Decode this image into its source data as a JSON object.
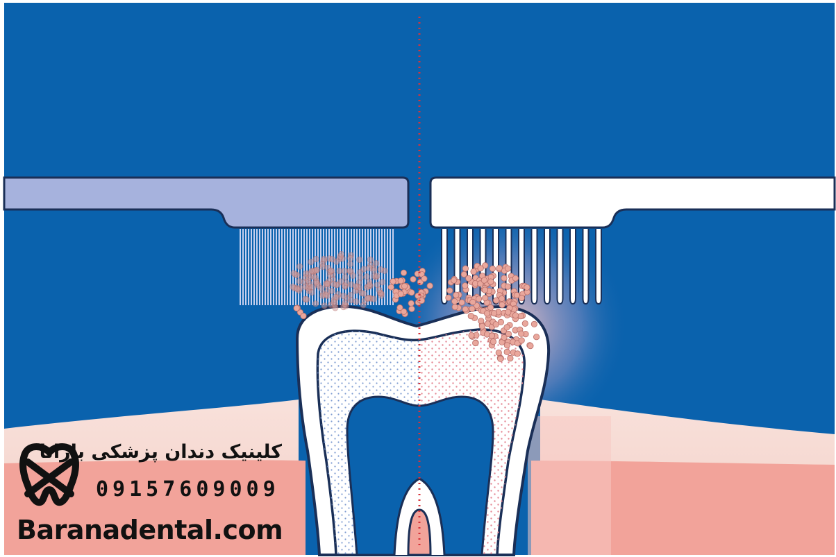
{
  "watermark": {
    "clinic_name": "کلینیک دندان پزشکی بارانا",
    "phone": "09157609009",
    "website": "Baranadental.com"
  },
  "colors": {
    "background_blue": "#0a62ad",
    "brush_left_head": "#a6b2dd",
    "brush_right_head": "#ffffff",
    "gum_light": "#f6d8d1",
    "gum_dark": "#f2a39a",
    "plaque": "#e9a79c",
    "divider_line": "#d6323a",
    "outline": "#1a2f57"
  },
  "icons": [
    "tooth-logo-icon"
  ]
}
